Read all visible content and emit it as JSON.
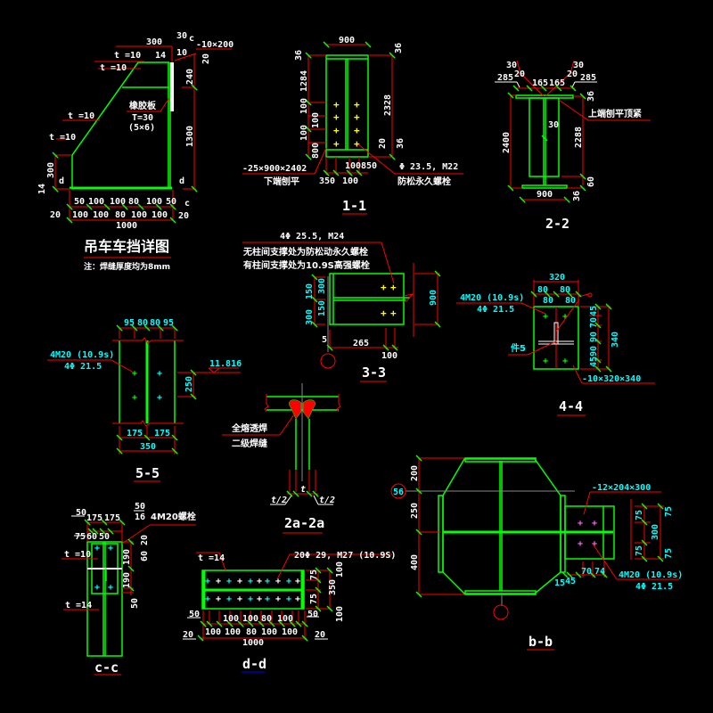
{
  "drawing": {
    "background": "#000000",
    "colors": {
      "structure": "#00ff00",
      "dimension": "#ff0000",
      "text": "#ffffff",
      "cyan_text": "#00ffff",
      "bolt": "#ffff00",
      "centerline": "#888888"
    }
  },
  "detail_crane_stop": {
    "title": "吊车车挡详图",
    "note": "注：焊缝厚度均为8mm",
    "labels": {
      "t1": "t =10",
      "t2": "t =10",
      "t3": "t =10",
      "t4": "t =10",
      "rubber": "橡胶板",
      "rubber_t": "T=30",
      "rubber_size": "(5×6)",
      "plate": "-10×200",
      "d_left": "d",
      "d_right": "d",
      "c_top": "c",
      "c_bottom": "c"
    },
    "dims": {
      "top_300": "300",
      "top_30": "30",
      "top_14": "14",
      "top_10": "10",
      "right_20": "20",
      "right_240": "240",
      "right_1300": "1300",
      "left_300": "300",
      "left_14": "14",
      "row1": [
        "50",
        "100",
        "100",
        "80",
        "100",
        "50"
      ],
      "row2": [
        "100",
        "100",
        "80",
        "100",
        "100"
      ],
      "left_20": "20",
      "right_20b": "20",
      "total": "1000"
    }
  },
  "section_1_1": {
    "title": "1-1",
    "dims": {
      "width": "900",
      "top_36": "36",
      "left_1284": "1284",
      "left_100a": "100",
      "left_100b": "100",
      "left_100c": "100",
      "left_800": "800",
      "right_2328": "2328",
      "right_20": "20",
      "right_36": "36",
      "bottom_100": "100",
      "bottom_850": "850",
      "bottom_350": "350",
      "bottom_100b": "100"
    },
    "plate_label": "-25×900×2402",
    "plate_note": "下端刨平",
    "bolt_spec": "Φ 23.5, M22",
    "bolt_note": "防松永久螺栓"
  },
  "section_2_2": {
    "title": "2-2",
    "dims": {
      "top_left_30": "30",
      "top_left_20": "20",
      "top_right_30": "30",
      "top_right_20": "20",
      "w285a": "285",
      "w165a": "165",
      "w165b": "165",
      "w285b": "285",
      "right_36": "36",
      "left_2400": "2400",
      "right_2288": "2288",
      "web_30": "30",
      "right_60": "60",
      "bottom_900": "900",
      "bottom_36": "36"
    },
    "note": "上端刨平顶紧"
  },
  "section_3_3": {
    "title": "3-3",
    "bolt_spec": "4Φ 25.5, M24",
    "note1": "无柱间支撑处为防松动永久螺栓",
    "note2": "有柱间支撑处为10.9S高强螺栓",
    "dims": {
      "d150a": "150",
      "d300a": "300",
      "d150b": "150",
      "d300b": "300",
      "right_900": "900",
      "d5": "5",
      "d265": "265",
      "d100": "100"
    }
  },
  "section_4_4": {
    "title": "4-4",
    "bolt_spec": "4M20 (10.9s)",
    "hole_spec": "4Φ 21.5",
    "part": "件5",
    "plate": "-10×320×340",
    "dims": {
      "top_320": "320",
      "t80a": "80",
      "t80b": "80",
      "t80c": "80",
      "t80d": "80",
      "v45a": "45",
      "v70": "70",
      "v90a": "90",
      "v90b": "90",
      "v45b": "45",
      "right_340": "340"
    }
  },
  "section_5_5": {
    "title": "5-5",
    "bolt_spec": "4M20 (10.9s)",
    "hole_spec": "4Φ 21.5",
    "elevation": "11.816",
    "dims": {
      "t95a": "95",
      "t80a": "80",
      "t80b": "80",
      "t95b": "95",
      "v250": "250",
      "b175a": "175",
      "b175b": "175",
      "b350": "350"
    }
  },
  "section_2a_2a": {
    "title": "2a-2a",
    "weld1": "全熔透焊",
    "weld2": "二级焊缝",
    "t_label": "t",
    "t_half_left": "t/2",
    "t_half_right": "t/2"
  },
  "section_c_c": {
    "title": "c-c",
    "t_top": "t =10",
    "t_bottom": "t =14",
    "bolt_note": "4M20螺栓",
    "dims": {
      "d50": "50",
      "d175a": "175",
      "d175b": "175",
      "frac_top": "50",
      "frac_bot": "16",
      "d75": "75",
      "d60": "60",
      "d50b": "50",
      "d20": "20",
      "d60b": "60",
      "d190a": "190",
      "d190b": "190",
      "d50c": "50"
    }
  },
  "section_d_d": {
    "title": "d-d",
    "t_label": "t =14",
    "bolt_spec": "20Φ 29, M27 (10.9S)",
    "dims": {
      "left_50": "50",
      "right_50": "50",
      "row1": [
        "100",
        "100",
        "80",
        "100"
      ],
      "row2": [
        "100",
        "100",
        "80",
        "100",
        "100"
      ],
      "left_20": "20",
      "right_20": "20",
      "total": "1000",
      "r75a": "75",
      "r75b": "75",
      "r100a": "100",
      "r350": "350",
      "r100b": "100"
    }
  },
  "section_b_b": {
    "title": "b-b",
    "axis_label": "56",
    "plate": "-12×204×300",
    "bolt_spec": "4M20 (10.9s)",
    "hole_spec": "4Φ 21.5",
    "dims": {
      "v200": "200",
      "v250": "250",
      "v400": "400",
      "r75a": "75",
      "r75b": "75",
      "r300": "300",
      "r75c": "75",
      "r75d": "75",
      "b15": "15",
      "b45": "45",
      "b70": "70",
      "b74": "74"
    }
  }
}
